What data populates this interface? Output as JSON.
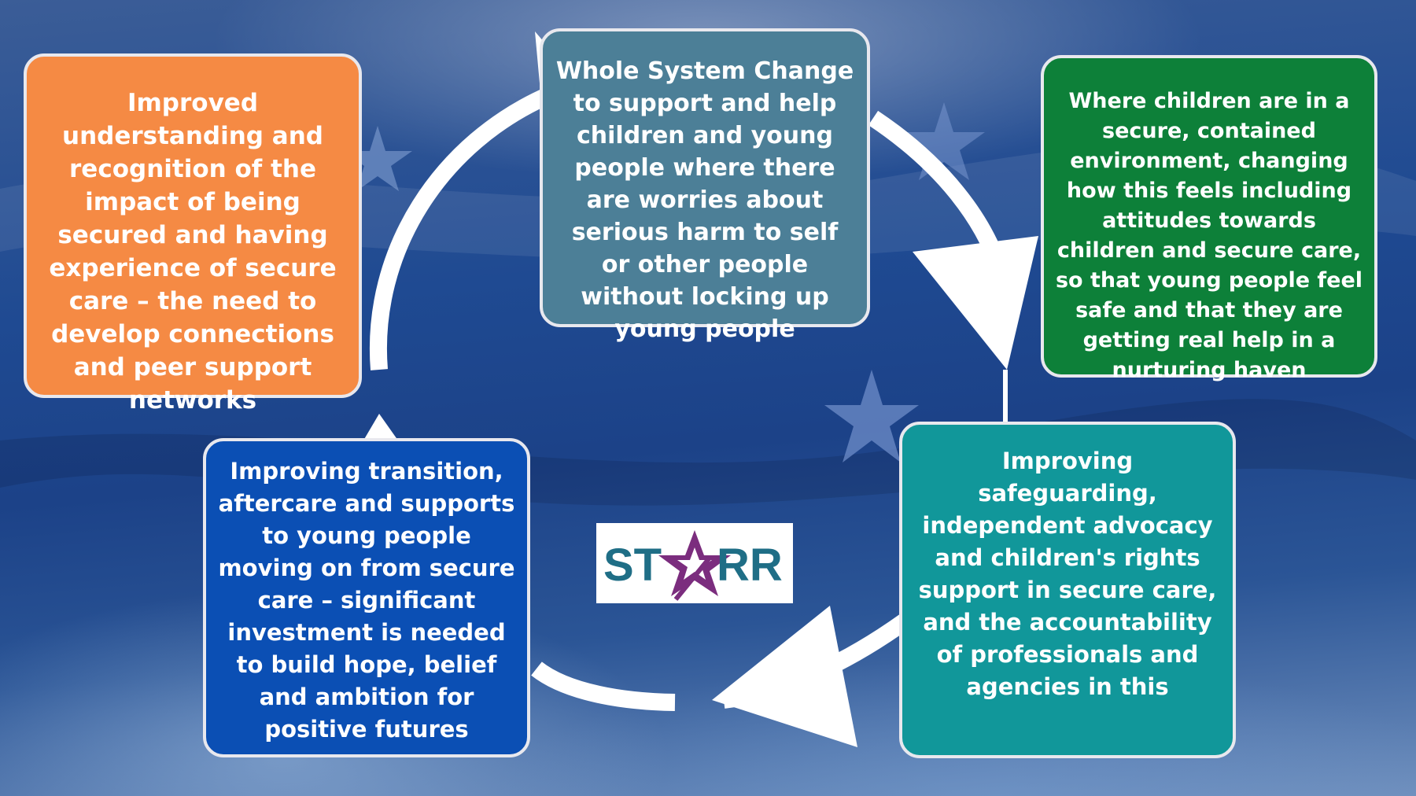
{
  "cards": {
    "top": "Whole System Change to support and help children and young people where there are worries about serious harm to self or other people without locking up young people",
    "left": "Improved understanding and recognition of the impact of being secured and having experience of secure care – the need to develop connections and peer support networks",
    "right": "Where children are in a secure, contained environment, changing how this feels including attitudes towards children and secure care, so that young people feel safe and that they are getting real help in a nurturing haven",
    "bottom_right": "Improving safeguarding, independent advocacy and children's rights support in secure care, and the accountability of professionals and agencies in this",
    "bottom_left": "Improving transition, aftercare and supports to young people moving on from secure care – significant investment is needed to build hope, belief and ambition for positive futures"
  },
  "logo": {
    "left_text": "ST",
    "right_text": "RR",
    "text_color": "#1f6e86",
    "star_color": "#7b2d7e"
  },
  "colors": {
    "card_top": "#4c7f97",
    "card_left": "#f58a44",
    "card_right": "#0d8039",
    "card_bottom_right": "#11979a",
    "card_bottom_left": "#0b4fb4",
    "arrows": "#ffffff"
  }
}
